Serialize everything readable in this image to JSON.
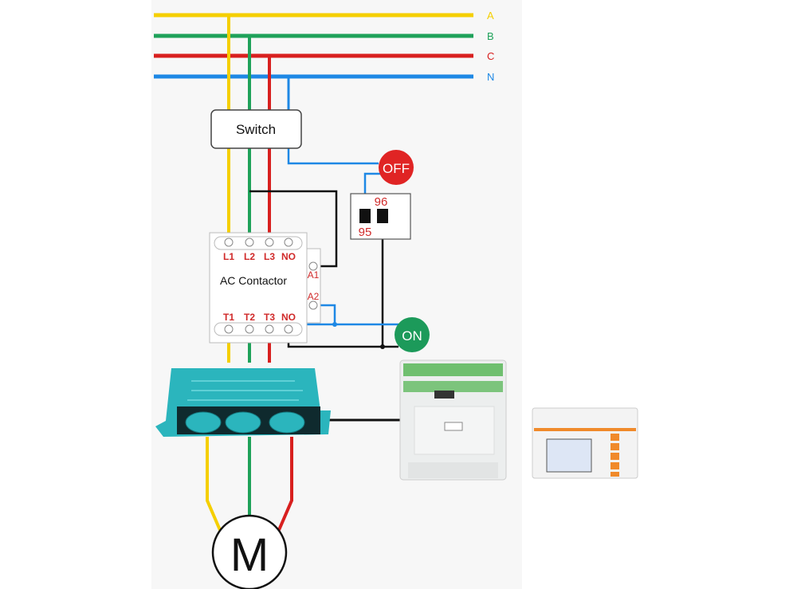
{
  "buses": [
    {
      "label": "A",
      "color": "#f5cf00"
    },
    {
      "label": "B",
      "color": "#1fa25a"
    },
    {
      "label": "C",
      "color": "#d8201f"
    },
    {
      "label": "N",
      "color": "#1e88e5"
    }
  ],
  "switch": {
    "label": "Switch"
  },
  "off_button": {
    "label": "OFF",
    "color": "#e02424"
  },
  "on_button": {
    "label": "ON",
    "color": "#1c9a5a"
  },
  "overload_relay": {
    "terminal_top": "96",
    "terminal_bottom": "95"
  },
  "contactor": {
    "label": "AC Contactor",
    "top_terminals": [
      "L1",
      "L2",
      "L3",
      "NO"
    ],
    "bottom_terminals": [
      "T1",
      "T2",
      "T3",
      "NO"
    ],
    "coil_terminals": [
      "A1",
      "A2"
    ]
  },
  "motor": {
    "label": "M"
  },
  "colors": {
    "wire_black": "#111111",
    "terminal_label": "#d02a2a",
    "ct_body": "#2bb5bd"
  }
}
